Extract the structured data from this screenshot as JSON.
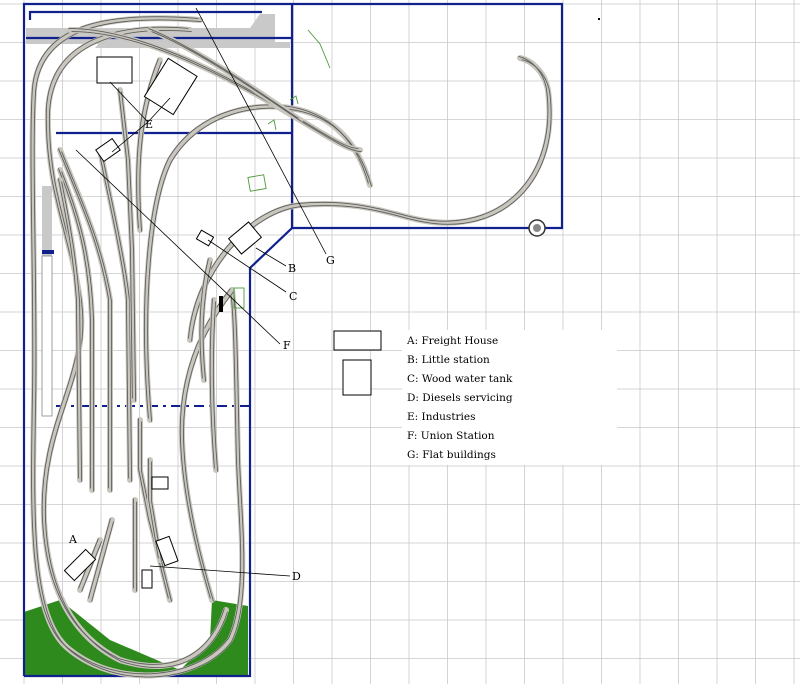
{
  "labels": {
    "A": "A",
    "B": "B",
    "C": "C",
    "D": "D",
    "E": "E",
    "F": "F",
    "G": "G"
  },
  "legend": [
    "A: Freight House",
    "B: Little station",
    "C: Wood water tank",
    "D: Diesels servicing",
    "E: Industries",
    "F: Union Station",
    "G: Flat buildings"
  ],
  "colors": {
    "grid": "#c9c9c9",
    "wall": "#10218f",
    "grass": "#2f8a1e",
    "track_bed": "#c8c6bd",
    "platform": "#c9c9c9"
  }
}
